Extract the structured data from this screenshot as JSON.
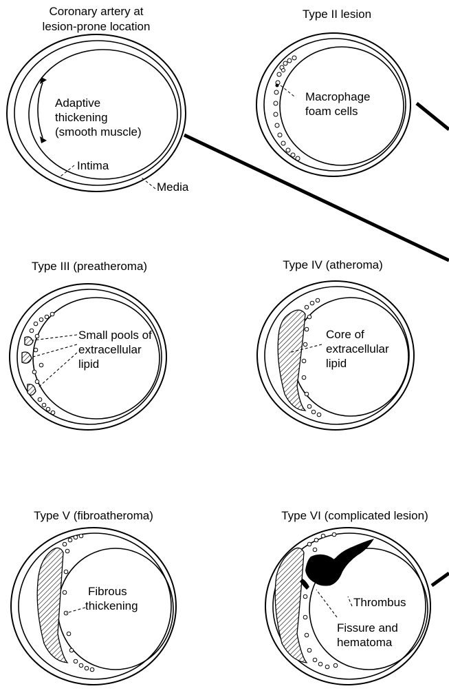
{
  "panels": {
    "normal": {
      "title_line1": "Coronary artery at",
      "title_line2": "lesion-prone location",
      "label_adaptive_1": "Adaptive",
      "label_adaptive_2": "thickening",
      "label_adaptive_3": "(smooth muscle)",
      "label_intima": "Intima",
      "label_media": "Media"
    },
    "type2": {
      "title": "Type II lesion",
      "label_1": "Macrophage",
      "label_2": "foam cells"
    },
    "type3": {
      "title": "Type III (preatheroma)",
      "label_1": "Small pools of",
      "label_2": "extracellular",
      "label_3": "lipid"
    },
    "type4": {
      "title": "Type IV (atheroma)",
      "label_1": "Core of",
      "label_2": "extracellular",
      "label_3": "lipid"
    },
    "type5": {
      "title": "Type V (fibroatheroma)",
      "label_1": "Fibrous",
      "label_2": "thickening"
    },
    "type6": {
      "title": "Type VI (complicated lesion)",
      "label_thrombus": "Thrombus",
      "label_fissure_1": "Fissure and",
      "label_fissure_2": "hematoma"
    }
  }
}
